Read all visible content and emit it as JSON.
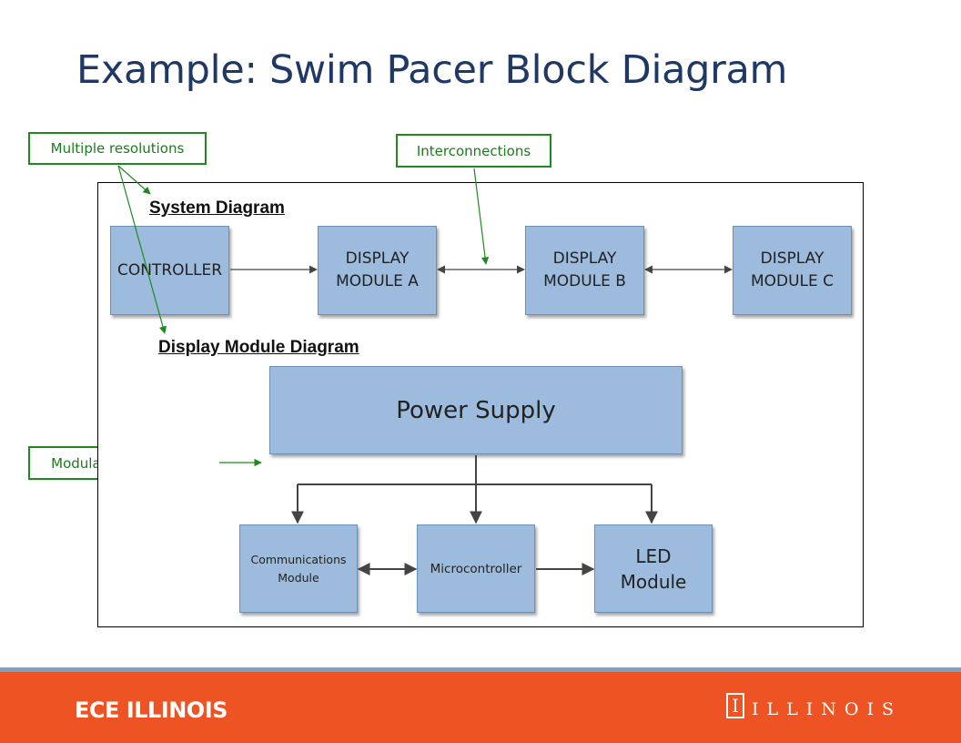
{
  "slide": {
    "title": "Example: Swim Pacer Block Diagram"
  },
  "callouts": {
    "multiple_resolutions": "Multiple resolutions",
    "interconnections": "Interconnections",
    "modular_organization": "Modular organization"
  },
  "system_diagram": {
    "heading": "System Diagram",
    "blocks": {
      "controller": "CONTROLLER",
      "display_a": "DISPLAY\nMODULE A",
      "display_b": "DISPLAY\nMODULE B",
      "display_c": "DISPLAY\nMODULE C"
    }
  },
  "display_module_diagram": {
    "heading": "Display Module Diagram",
    "blocks": {
      "power_supply": "Power Supply",
      "communications": "Communications\nModule",
      "microcontroller": "Microcontroller",
      "led": "LED\nModule"
    }
  },
  "footer": {
    "brand": "ECE ILLINOIS",
    "logo_letter": "I",
    "wordmark": "ILLINOIS"
  },
  "colors": {
    "title": "#1f3864",
    "block_fill": "#9dbbdc",
    "callout_green": "#1e8a1e",
    "footer_orange": "#ee5323",
    "footer_blue_line": "#7aa1c6"
  }
}
